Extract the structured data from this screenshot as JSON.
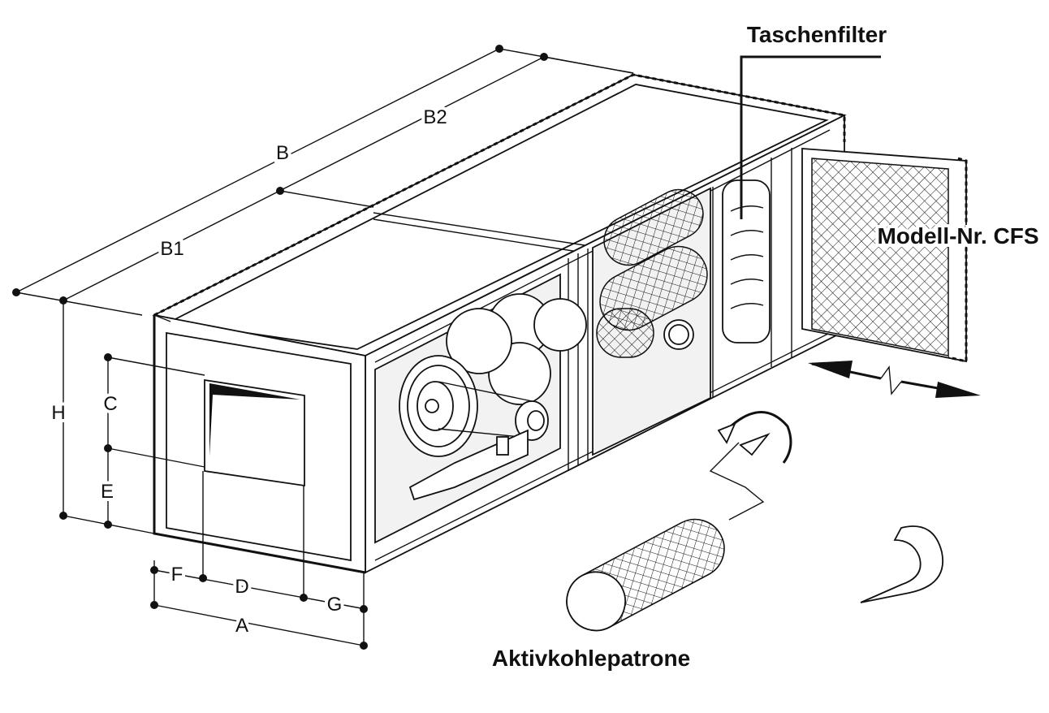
{
  "labels": {
    "taschenfilter": "Taschenfilter",
    "modell_nr": "Modell-Nr. CFS",
    "aktivkohlepatrone": "Aktivkohlepatrone"
  },
  "dimensions": {
    "a": "A",
    "b": "B",
    "b1": "B1",
    "b2": "B2",
    "c": "C",
    "d": "D",
    "e": "E",
    "f": "F",
    "g": "G",
    "h": "H"
  },
  "icons": [
    "crosshatch-filter-icon",
    "fan-icon",
    "belt-drive-icon",
    "rotate-arrow-icon",
    "double-arrow-icon"
  ]
}
